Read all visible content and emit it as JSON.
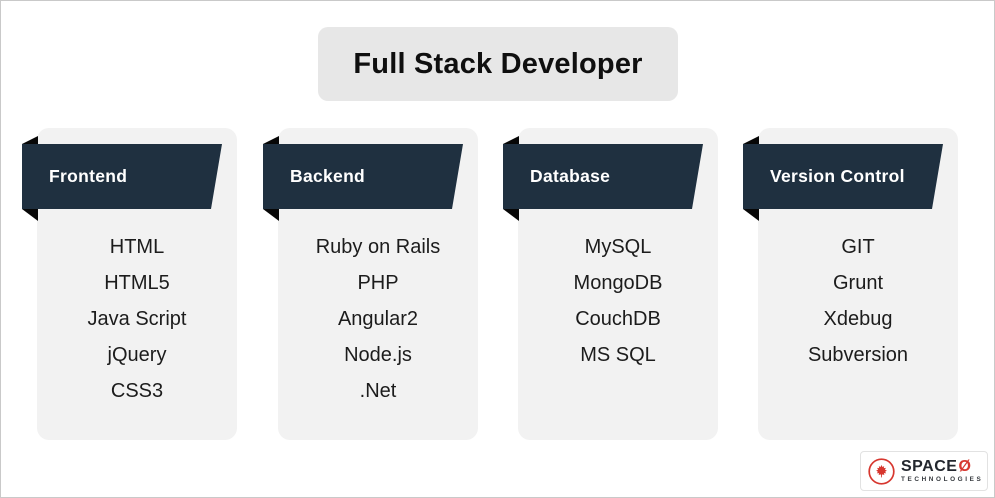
{
  "title": "Full Stack Developer",
  "columns": [
    {
      "header": "Frontend",
      "items": [
        "HTML",
        "HTML5",
        "Java Script",
        "jQuery",
        "CSS3"
      ]
    },
    {
      "header": "Backend",
      "items": [
        "Ruby on Rails",
        "PHP",
        "Angular2",
        "Node.js",
        ".Net"
      ]
    },
    {
      "header": "Database",
      "items": [
        "MySQL",
        "MongoDB",
        "CouchDB",
        "MS SQL"
      ]
    },
    {
      "header": "Version Control",
      "items": [
        "GIT",
        "Grunt",
        "Xdebug",
        "Subversion"
      ]
    }
  ],
  "logo": {
    "brand": "SPACE",
    "brand_o": "Ø",
    "subtitle": "TECHNOLOGIES",
    "icon": "maple-leaf-icon"
  },
  "colors": {
    "page-bg": "#ffffff",
    "page-border": "#c9c9c9",
    "title-bg": "#e7e7e7",
    "title-text": "#0f0f0f",
    "card-bg": "#f2f2f2",
    "ribbon-bg": "#1f3040",
    "ribbon-fold": "#070707",
    "ribbon-text": "#ffffff",
    "item-text": "#1c1c1c",
    "logo-red": "#d7372f",
    "logo-dark": "#23272e"
  }
}
